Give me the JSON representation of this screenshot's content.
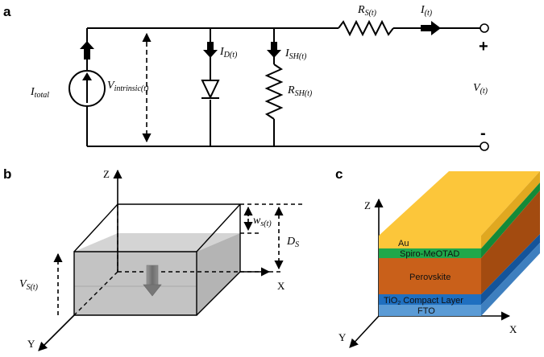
{
  "panels": {
    "a": {
      "label": "a"
    },
    "b": {
      "label": "b"
    },
    "c": {
      "label": "c"
    }
  },
  "circuit": {
    "i_total": {
      "main": "I",
      "sub": "total"
    },
    "v_intrinsic": {
      "main": "V",
      "sub": "intrinsic(t)"
    },
    "i_d": {
      "main": "I",
      "sub": "D(t)"
    },
    "i_sh": {
      "main": "I",
      "sub": "SH(t)"
    },
    "r_sh": {
      "main": "R",
      "sub": "SH(t)"
    },
    "r_s": {
      "main": "R",
      "sub": "S(t)"
    },
    "i_out": {
      "main": "I",
      "sub": "(t)"
    },
    "v_out": {
      "main": "V",
      "sub": "(t)"
    },
    "plus": "+",
    "minus": "-"
  },
  "box": {
    "axis_z": "Z",
    "axis_x": "X",
    "axis_y": "Y",
    "w_s": {
      "main": "w",
      "sub": "s(t)"
    },
    "d_s": {
      "main": "D",
      "sub": "S"
    },
    "v_s": {
      "main": "V",
      "sub": "S(t)"
    }
  },
  "stack": {
    "axis_z": "Z",
    "axis_x": "X",
    "axis_y": "Y",
    "layers": [
      {
        "name": "Au",
        "color": "#f8c630"
      },
      {
        "name": "Spiro-MeOTAD",
        "color": "#1fa84a"
      },
      {
        "name": "Perovskite",
        "color": "#c9601a"
      },
      {
        "name_main": "TiO",
        "name_sub": "2",
        "name_rest": " Compact Layer",
        "color": "#1f6fc0"
      },
      {
        "name": "FTO",
        "color": "#5b9bd5"
      }
    ]
  }
}
